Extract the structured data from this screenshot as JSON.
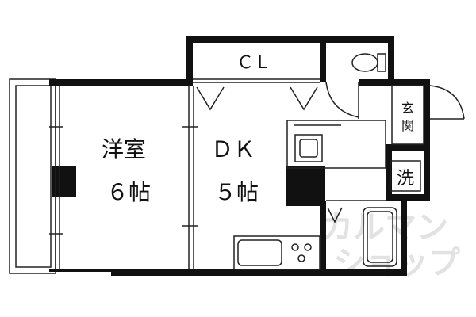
{
  "rooms": {
    "western_room_name": "洋室",
    "western_room_size": "６帖",
    "dk_name": "ＤＫ",
    "dk_size": "５帖",
    "closet_label": "ＣＬ",
    "entrance_label_1": "玄",
    "entrance_label_2": "関",
    "washer_label": "洗"
  },
  "watermark": {
    "line1": "カルマン",
    "line2": "ショップ"
  },
  "colors": {
    "wall": "#111111",
    "line": "#222222",
    "background": "#ffffff",
    "watermark": "#e2e2e2"
  }
}
